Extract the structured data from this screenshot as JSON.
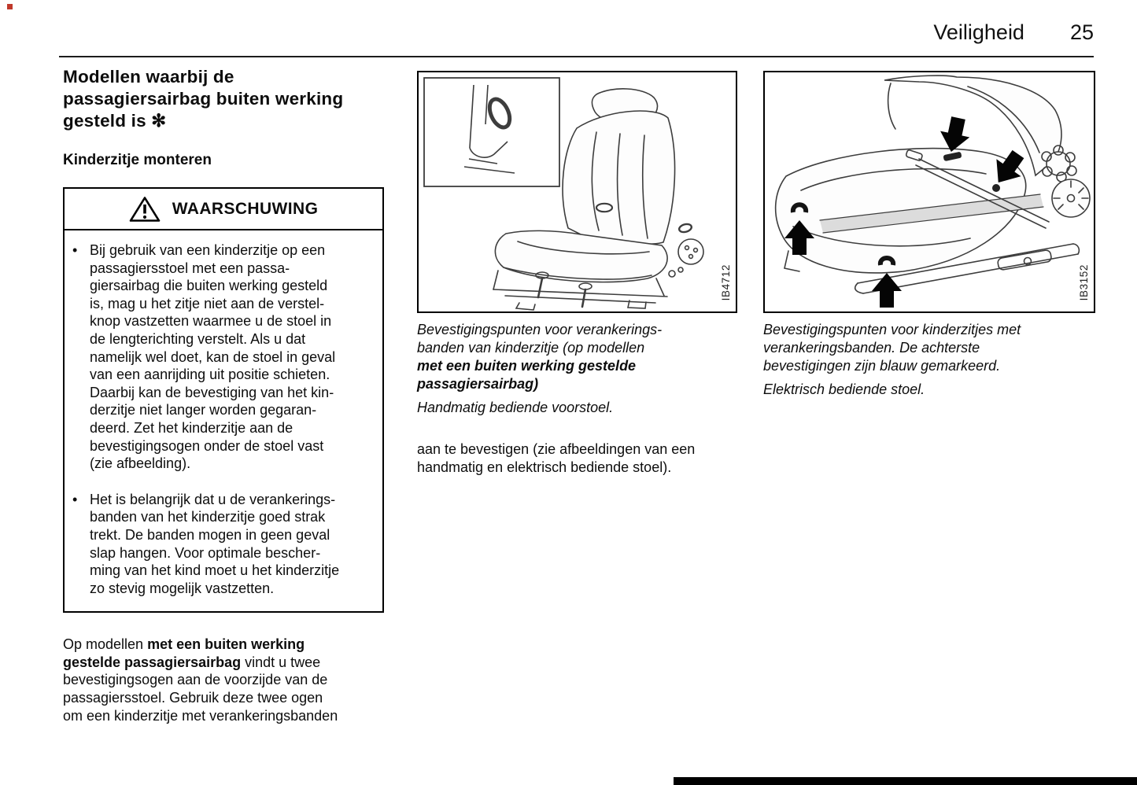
{
  "glyphs": {
    "bullet": "•"
  },
  "header": {
    "section": "Veiligheid",
    "page_number": "25"
  },
  "left": {
    "heading": "Modellen waarbij de\npassagiersairbag buiten werking\ngesteld is ✻",
    "subheading": "Kinderzitje monteren",
    "warning": {
      "title": "WAARSCHUWING",
      "bullets": [
        "Bij gebruik van een kinderzitje op een\npassagiersstoel met een passa-\ngiersairbag die buiten werking gesteld\nis, mag u het zitje niet aan de verstel-\nknop vastzetten waarmee u de stoel in\nde lengterichting verstelt. Als u dat\nnamelijk wel doet, kan de stoel in geval\nvan een aanrijding uit positie schieten.\nDaarbij kan de bevestiging van het kin-\nderzitje niet langer worden gegaran-\ndeerd. Zet het kinderzitje aan de\nbevestigingsogen onder de stoel vast\n(zie afbeelding).",
        "Het is belangrijk dat u de verankerings-\nbanden van het kinderzitje goed strak\ntrekt. De banden mogen in geen geval\nslap hangen. Voor optimale bescher-\nming van het kind moet u het kinderzitje\nzo stevig mogelijk vastzetten."
      ]
    },
    "closing": {
      "part1": "Op modellen ",
      "bold": "met een buiten werking\ngestelde passagiersairbag",
      "part2": " vindt u twee\nbevestigingsogen aan de voorzijde van de\npassagiersstoel. Gebruik deze twee ogen\nom een kinderzitje met verankeringsbanden"
    }
  },
  "middle": {
    "figure_code": "IB4712",
    "caption": {
      "part1": "Bevestigingspunten voor verankerings-\nbanden van kinderzitje (op modellen\n",
      "bold": "met een buiten werking gestelde\npassagiersairbag)"
    },
    "caption_line2": "Handmatig bediende voorstoel.",
    "paragraph": "aan te bevestigen (zie afbeeldingen van een\nhandmatig en elektrisch bediende stoel)."
  },
  "right": {
    "figure_code": "IB3152",
    "caption": "Bevestigingspunten voor kinderzitjes met\nverankeringsbanden. De achterste\nbevestigingen zijn blauw gemarkeerd.",
    "caption_line2": "Elektrisch bediende stoel."
  }
}
